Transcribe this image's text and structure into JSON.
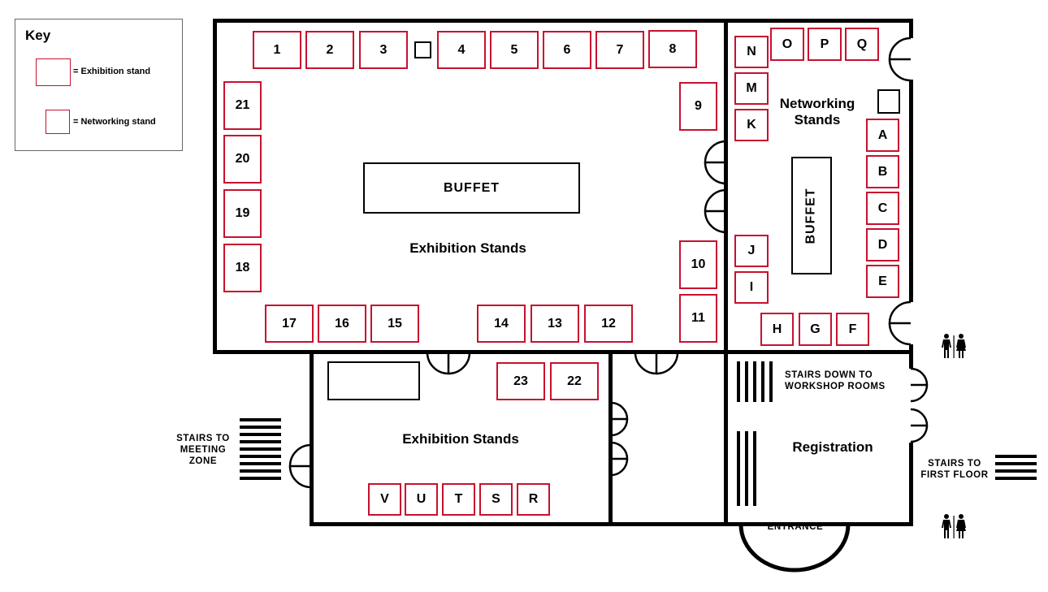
{
  "key": {
    "title": "Key",
    "exhibition_label": "= Exhibition stand",
    "networking_label": "= Networking stand"
  },
  "rooms": {
    "main_hall_label": "Exhibition Stands",
    "main_buffet": "BUFFET",
    "networking_label_line1": "Networking",
    "networking_label_line2": "Stands",
    "networking_buffet": "BUFFET",
    "lower_hall_label": "Exhibition Stands",
    "registration_label": "Registration",
    "entrance_label": "ENTRANCE"
  },
  "annotations": {
    "stairs_down_line1": "STAIRS DOWN TO",
    "stairs_down_line2": "WORKSHOP ROOMS",
    "stairs_meeting_line1": "STAIRS TO",
    "stairs_meeting_line2": "MEETING",
    "stairs_meeting_line3": "ZONE",
    "stairs_first_line1": "STAIRS TO",
    "stairs_first_line2": "FIRST FLOOR"
  },
  "stands": {
    "s1": "1",
    "s2": "2",
    "s3": "3",
    "s4": "4",
    "s5": "5",
    "s6": "6",
    "s7": "7",
    "s8": "8",
    "s9": "9",
    "s10": "10",
    "s11": "11",
    "s12": "12",
    "s13": "13",
    "s14": "14",
    "s15": "15",
    "s16": "16",
    "s17": "17",
    "s18": "18",
    "s19": "19",
    "s20": "20",
    "s21": "21",
    "s22": "22",
    "s23": "23",
    "A": "A",
    "B": "B",
    "C": "C",
    "D": "D",
    "E": "E",
    "F": "F",
    "G": "G",
    "H": "H",
    "I": "I",
    "J": "J",
    "K": "K",
    "M": "M",
    "N": "N",
    "O": "O",
    "P": "P",
    "Q": "Q",
    "R": "R",
    "S": "S",
    "T": "T",
    "U": "U",
    "V": "V"
  },
  "colors": {
    "stand_border": "#c8102e",
    "wall": "#000000"
  },
  "icons": [
    "toilet-icon",
    "stairs-icon",
    "door-icon"
  ]
}
